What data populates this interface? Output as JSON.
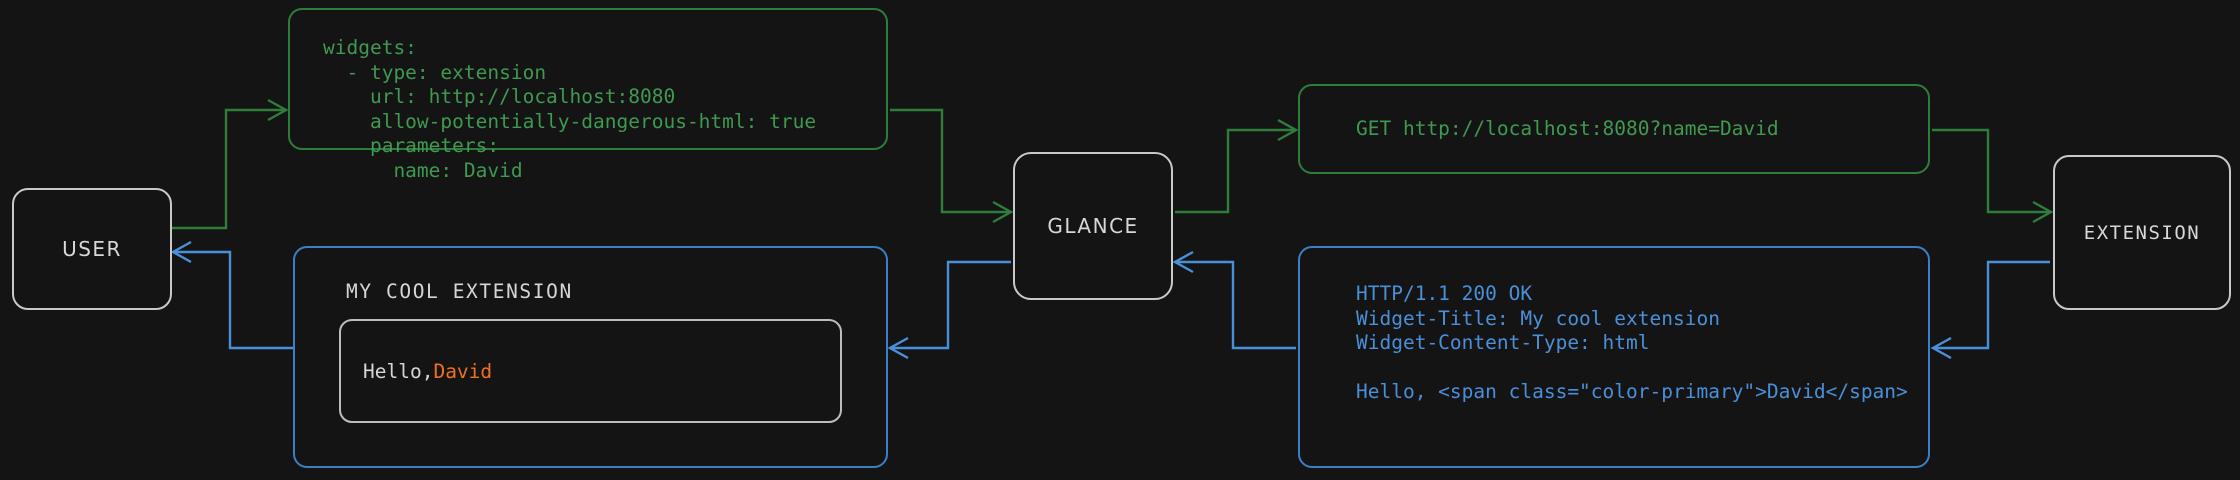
{
  "theme": {
    "background": "#141414",
    "node_border": "#c9c9c9",
    "node_text": "#d8d8d8",
    "green_border": "#2f7d3a",
    "green_text": "#3f9950",
    "blue_border": "#3b7fc4",
    "blue_text": "#4a90d9",
    "accent_orange": "#f0701e"
  },
  "nodes": {
    "user": {
      "label": "USER"
    },
    "glance": {
      "label": "GLANCE"
    },
    "extension": {
      "label": "EXTENSION"
    }
  },
  "yaml_config": {
    "text": "widgets:\n  - type: extension\n    url: http://localhost:8080\n    allow-potentially-dangerous-html: true\n    parameters:\n      name: David"
  },
  "http_request": {
    "text": "GET http://localhost:8080?name=David"
  },
  "http_response": {
    "text": "HTTP/1.1 200 OK\nWidget-Title: My cool extension\nWidget-Content-Type: html\n\nHello, <span class=\"color-primary\">David</span>"
  },
  "widget_preview": {
    "title": "MY COOL EXTENSION",
    "greeting": "Hello, ",
    "name": "David"
  },
  "edges": [
    {
      "name": "user-to-yaml",
      "color": "green",
      "direction": "right"
    },
    {
      "name": "yaml-to-glance",
      "color": "green",
      "direction": "right"
    },
    {
      "name": "glance-to-request",
      "color": "green",
      "direction": "right"
    },
    {
      "name": "request-to-extension",
      "color": "green",
      "direction": "right"
    },
    {
      "name": "extension-to-response",
      "color": "blue",
      "direction": "left"
    },
    {
      "name": "response-to-glance",
      "color": "blue",
      "direction": "left"
    },
    {
      "name": "glance-to-widget",
      "color": "blue",
      "direction": "left"
    },
    {
      "name": "widget-to-user",
      "color": "blue",
      "direction": "left"
    }
  ]
}
